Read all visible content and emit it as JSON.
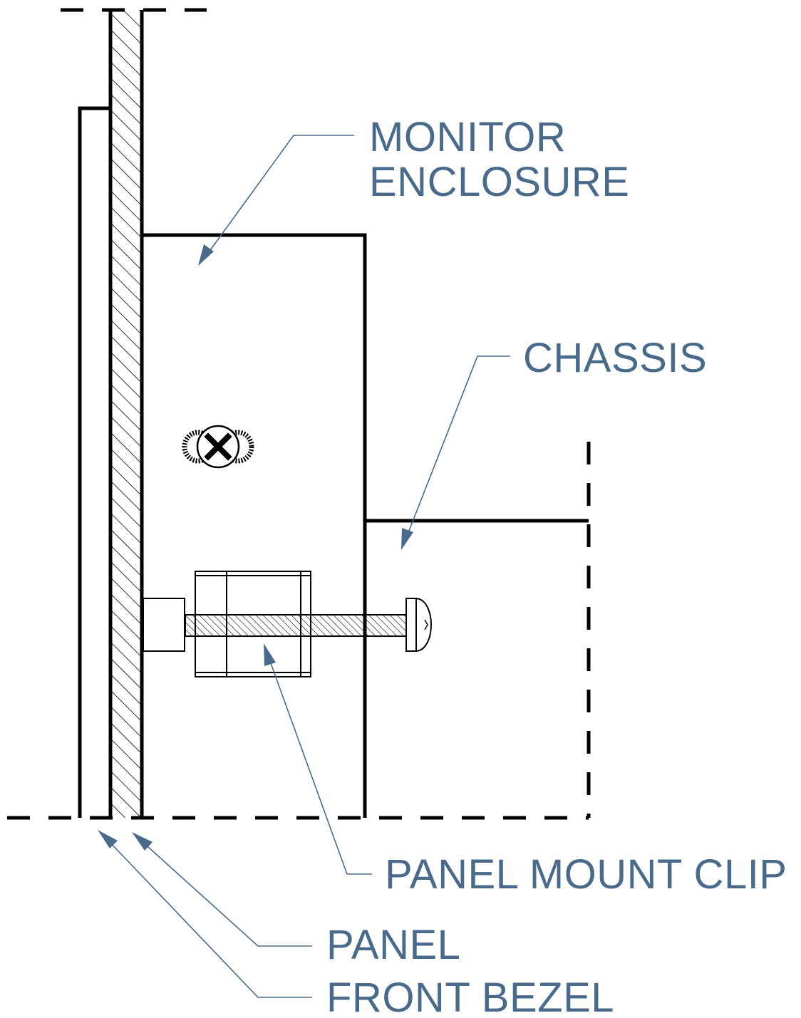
{
  "labels": {
    "monitor_enclosure_line1": "MONITOR",
    "monitor_enclosure_line2": "ENCLOSURE",
    "chassis": "CHASSIS",
    "panel_mount_clip": "PANEL MOUNT CLIP",
    "panel": "PANEL",
    "front_bezel": "FRONT BEZEL"
  },
  "colors": {
    "callout": "#4a6a8c",
    "linework": "#000000",
    "background": "#ffffff"
  }
}
